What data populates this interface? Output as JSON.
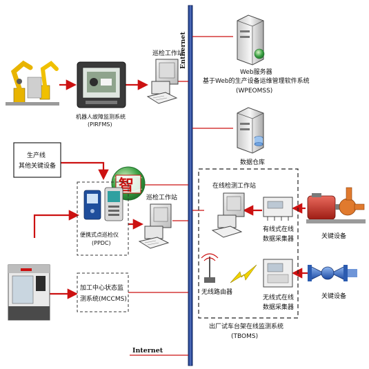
{
  "labels": {
    "ethernet": "Enthernet",
    "internet": "Internet",
    "inspection_ws_top": "巡检工作站",
    "inspection_ws_mid": "巡检工作站",
    "online_ws": "在线检测工作站",
    "robot_system_line1": "机器人故障监测系统",
    "robot_system_line2": "(PIRFMS)",
    "web_server_line1": "Web服务器",
    "web_server_line2": "基于Web的生产设备运维管理软件系统",
    "web_server_line3": "(WPEOMSS)",
    "database": "数据仓库",
    "production_line_1": "生产线",
    "production_line_2": "其他关键设备",
    "ppdc_line1": "便携式点巡检仪",
    "ppdc_line2": "(PPDC)",
    "mccms_line1": "加工中心状态监",
    "mccms_line2": "测系统(MCCMS)",
    "wired_collector_1": "有线式在线",
    "wired_collector_2": "数据采集器",
    "wireless_collector_1": "无线式在线",
    "wireless_collector_2": "数据采集器",
    "wireless_router": "无线路由器",
    "key_equipment_a": "关键设备",
    "key_equipment_b": "关键设备",
    "tboms_line1": "出厂试车台架在线监测系统",
    "tboms_line2": "(TBOMS)",
    "logo_char": "智"
  },
  "colors": {
    "link_red": "#cc1111",
    "bus_blue": "#1d3c8f",
    "logo_green": "#2f9a3a"
  }
}
